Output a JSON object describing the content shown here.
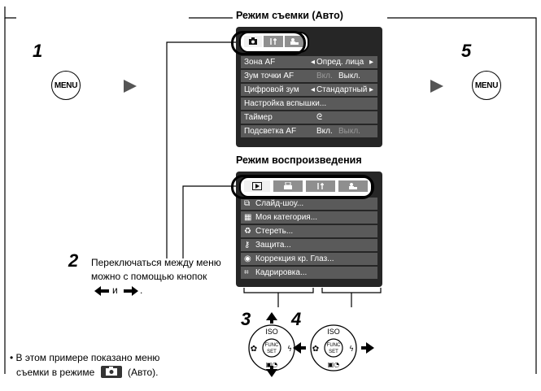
{
  "steps": {
    "s1": "1",
    "s2": "2",
    "s3": "3",
    "s4": "4",
    "s5": "5"
  },
  "menu_button": "MENU",
  "shooting_title": "Режим съемки (Авто)",
  "playback_title": "Режим воспроизведения",
  "shooting_menu": {
    "rows": [
      {
        "label": "Зона AF",
        "value": "Опред. лица"
      },
      {
        "label": "Зум точки AF",
        "value_on": "Вкл.",
        "value_off": "Выкл."
      },
      {
        "label": "Цифровой зум",
        "value": "Стандартный"
      },
      {
        "label": "Настройка вспышки..."
      },
      {
        "label": "Таймер",
        "value": "ᘓ"
      },
      {
        "label": "Подсветка AF",
        "value_on": "Вкл.",
        "value_off": "Выкл."
      }
    ]
  },
  "playback_menu": {
    "rows": [
      {
        "label": "Слайд-шоу..."
      },
      {
        "label": "Моя категория..."
      },
      {
        "label": "Стереть..."
      },
      {
        "label": "Защита..."
      },
      {
        "label": "Коррекция кр. Глаз..."
      },
      {
        "label": "Кадрировка..."
      }
    ]
  },
  "instruction_line1": "Переключаться между меню",
  "instruction_line2": "можно с помощью кнопок",
  "instruction_and": "и",
  "note_line1": "• В этом примере показано меню",
  "note_line2_a": "съемки в режиме",
  "note_line2_b": "(Авто).",
  "dial": {
    "iso": "ISO",
    "func": "FUNC",
    "set": "SET"
  }
}
